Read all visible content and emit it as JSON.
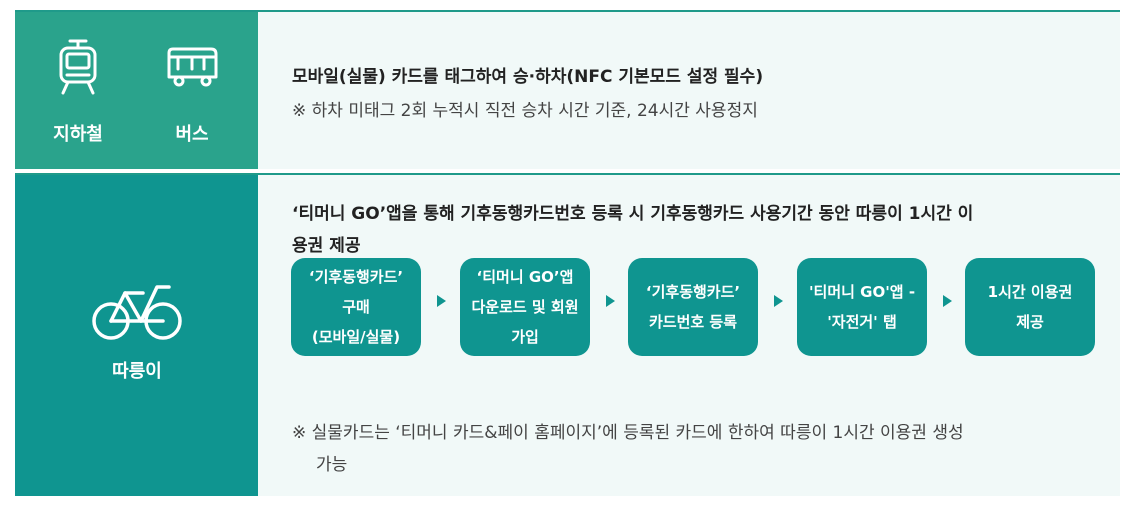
{
  "transit": {
    "subway_label": "지하철",
    "bus_label": "버스",
    "subway_icon": "tram-icon",
    "bus_icon": "bus-icon",
    "main_text": "모바일(실물) 카드를 태그하여 승·하차(NFC 기본모드 설정 필수)",
    "note_text": "※ 하차 미태그 2회 누적시 직전 승차 시간 기준, 24시간 사용정지"
  },
  "bike": {
    "label": "따릉이",
    "icon": "bicycle-icon",
    "main_text_line1": "‘티머니 GO’앱을 통해 기후동행카드번호 등록 시 기후동행카드 사용기간 동안 따릉이 1시간 이",
    "main_text_line2": "용권 제공",
    "steps": [
      "‘기후동행카드’\n구매\n(모바일/실물)",
      "‘티머니 GO’앱\n다운로드 및 회원\n가입",
      "‘기후동행카드’\n카드번호 등록",
      "'티머니 GO'앱 -\n'자전거' 탭",
      "1시간 이용권\n제공"
    ],
    "note_line1": "※ 실물카드는 ‘티머니 카드&페이 홈페이지’에 등록된 카드에 한하여 따릉이 1시간 이용권 생성",
    "note_line2": "가능"
  },
  "colors": {
    "accent": "#0f9590",
    "accent_light": "#2aa38c",
    "panel_bg": "#f1f9f8"
  }
}
